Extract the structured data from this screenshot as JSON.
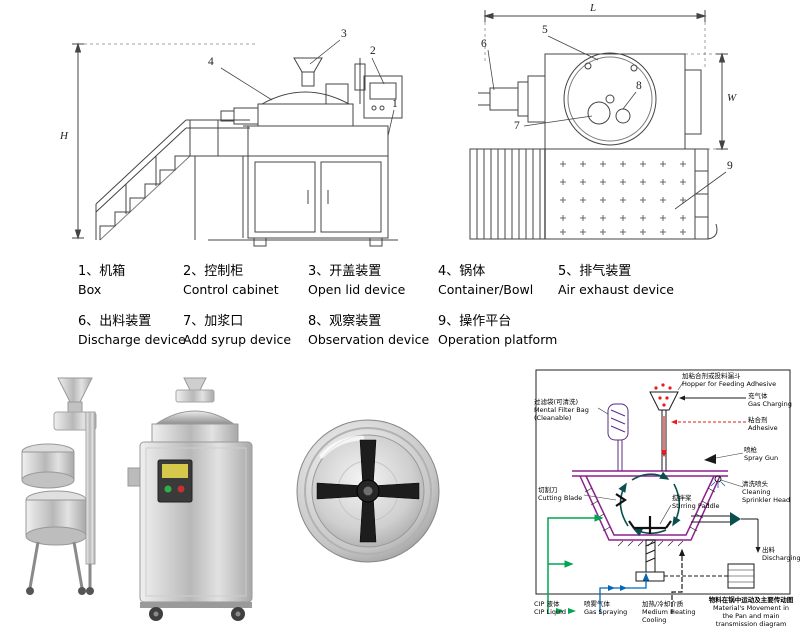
{
  "drawing_left": {
    "dim_height": "H",
    "callout_1": "1",
    "callout_2": "2",
    "callout_3": "3",
    "callout_4": "4"
  },
  "drawing_right": {
    "dim_length": "L",
    "dim_width": "W",
    "callout_5": "5",
    "callout_6": "6",
    "callout_7": "7",
    "callout_8": "8",
    "callout_9": "9"
  },
  "legend": {
    "row1": [
      {
        "zh": "1、机箱",
        "en": "Box"
      },
      {
        "zh": "2、控制柜",
        "en": "Control cabinet"
      },
      {
        "zh": "3、开盖装置",
        "en": "Open lid device"
      },
      {
        "zh": "4、锅体",
        "en": "Container/Bowl"
      },
      {
        "zh": "5、排气装置",
        "en": "Air exhaust device"
      }
    ],
    "row2": [
      {
        "zh": "6、出料装置",
        "en": "Discharge device"
      },
      {
        "zh": "7、加浆口",
        "en": "Add syrup device"
      },
      {
        "zh": "8、观察装置",
        "en": "Observation device"
      },
      {
        "zh": "9、操作平台",
        "en": "Operation platform"
      }
    ]
  },
  "schematic": {
    "labels": {
      "hopper": {
        "zh": "加粘合剂或投料漏斗",
        "en": "Hopper for Feeding Adhesive"
      },
      "filter_bag": {
        "zh": "过滤袋(可清洗)",
        "en": "Mental Filter Bag (Cleanable)"
      },
      "gas_charging": {
        "zh": "充气体",
        "en": "Gas Charging"
      },
      "adhesive": {
        "zh": "粘合剂",
        "en": "Adhesive"
      },
      "spray_gun": {
        "zh": "喷枪",
        "en": "Spray Gun"
      },
      "cutting_blade": {
        "zh": "切割刀",
        "en": "Cutting Blade"
      },
      "stirring_paddle": {
        "zh": "搅拌桨",
        "en": "Stirring Paddle"
      },
      "sprinkler": {
        "zh": "清洗喷头",
        "en": "Cleaning Sprinkler Head"
      },
      "discharging": {
        "zh": "出料",
        "en": "Discharging"
      },
      "cip_liquid": {
        "zh": "CIP 液体",
        "en": "CIP Liquid"
      },
      "gas_spraying": {
        "zh": "喷雾气体",
        "en": "Gas Spraying"
      },
      "medium": {
        "zh": "加热/冷却介质",
        "en": "Medium Heating Cooling"
      },
      "caption": {
        "zh": "物料在锅中运动及主要传动图",
        "en": "Material's Movement in the Pan and main transmission diagram"
      }
    },
    "colors": {
      "pan_outline": "#8e1f8e",
      "cip_green": "#00a651",
      "gas_blue": "#0068b7",
      "adhesive_red": "#e8191f",
      "line_black": "#1a1a1a",
      "flow_teal": "#0a4f4f"
    }
  }
}
